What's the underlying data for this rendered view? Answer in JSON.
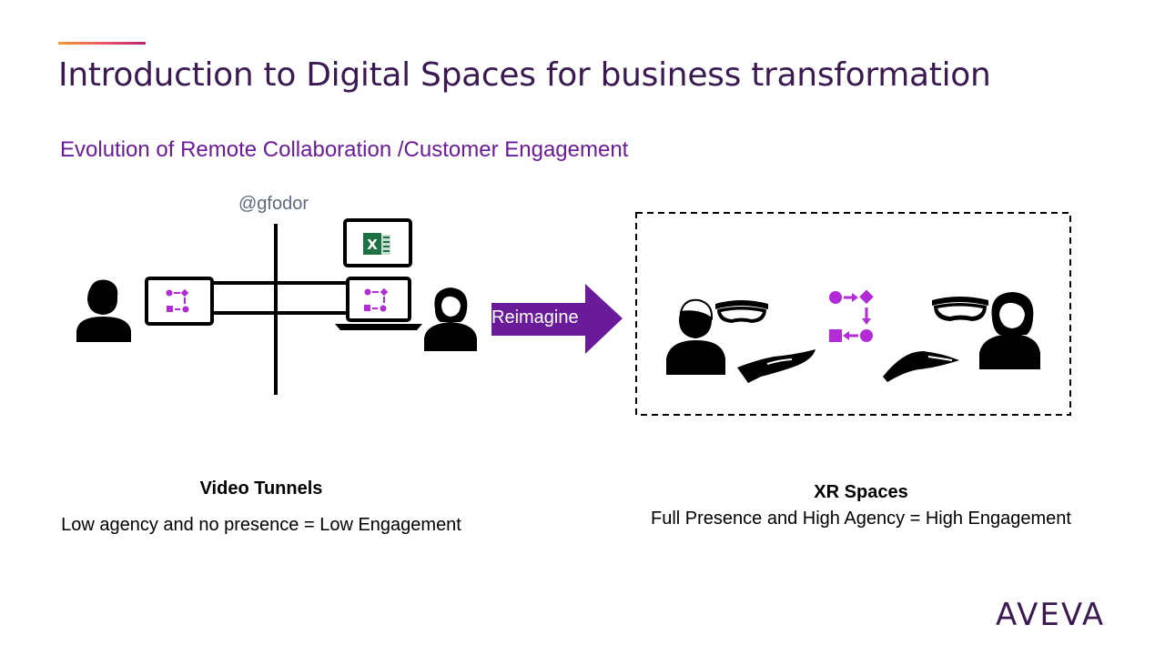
{
  "slide": {
    "title": "Introduction to Digital Spaces for business transformation",
    "subtitle": "Evolution of Remote Collaboration /Customer Engagement",
    "credit": "@gfodor",
    "arrow_label": "Reimagine",
    "logo_text": "AVEVA"
  },
  "left_panel": {
    "heading": "Video Tunnels",
    "description": "Low agency and no presence = Low Engagement"
  },
  "right_panel": {
    "heading": "XR Spaces",
    "description": "Full Presence and High Agency = High Engagement"
  },
  "icons": {
    "person_left": "person-icon",
    "person_right": "person-female-icon",
    "screen": "laptop-icon",
    "spreadsheet": "excel-icon",
    "workflow": "workflow-icon",
    "headset": "vr-headset-icon",
    "hand": "hand-icon"
  },
  "colors": {
    "title": "#3b1a52",
    "subtitle": "#6a1b9a",
    "accent_purple": "#b32bd6",
    "arrow": "#6a1b9a",
    "excel_green": "#1e7145"
  }
}
